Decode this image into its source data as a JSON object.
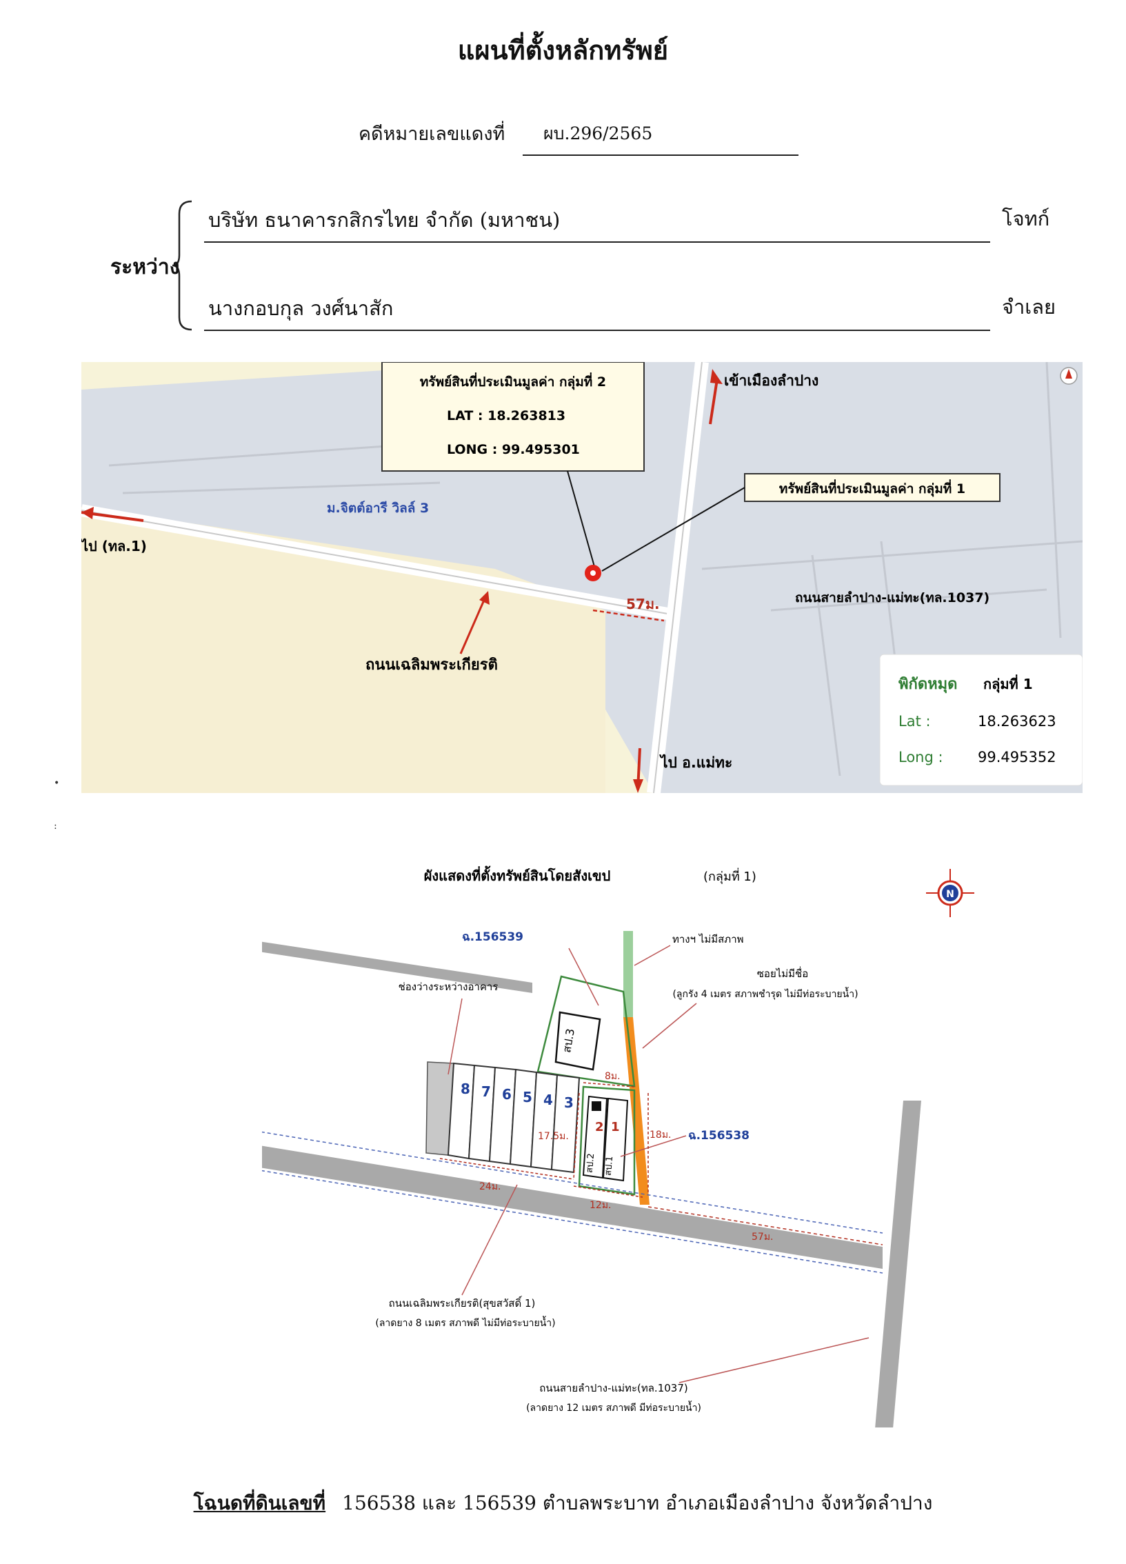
{
  "header": {
    "title": "แผนที่ตั้งหลักทรัพย์",
    "case_label": "คดีหมายเลขแดงที่",
    "case_number": "ผบ.296/2565"
  },
  "parties": {
    "between_label": "ระหว่าง",
    "plaintiff_name": "บริษัท ธนาคารกสิกรไทย จำกัด (มหาชน)",
    "plaintiff_role": "โจทก์",
    "defendant_name": "นางกอบกุล วงศ์นาสัก",
    "defendant_role": "จำเลย"
  },
  "location_map": {
    "group2_title": "ทรัพย์สินที่ประเมินมูลค่า กลุ่มที่ 2",
    "group2_lat": "LAT : 18.263813",
    "group2_long": "LONG : 99.495301",
    "group1_title": "ทรัพย์สินที่ประเมินมูลค่า กลุ่มที่ 1",
    "to_city": "เข้าเมืองลำปาง",
    "village": "ม.จิตต์อารี วิลล์ 3",
    "to_route1": "ไป (ทล.1)",
    "highway_label": "ถนนสายลำปาง-แม่ทะ(ทล.1037)",
    "distance": "57ม.",
    "road_label": "ถนนเฉลิมพระเกียรติ",
    "to_maetha": "ไป อ.แม่ทะ",
    "coords_title": "พิกัดหมุด",
    "coords_group": "กลุ่มที่ 1",
    "lat_label": "Lat :",
    "lat_value": "18.263623",
    "long_label": "Long :",
    "long_value": "99.495352"
  },
  "sketch_map": {
    "title": "ผังแสดงที่ตั้งทรัพย์สินโดยสังเขป",
    "title_group": "(กลุ่มที่ 1)",
    "compass_letter": "N",
    "deed_a": "ฉ.156539",
    "deed_b": "ฉ.156538",
    "path_note": "ทางฯ ไม่มีสภาพ",
    "alley_name": "ซอยไม่มีชื่อ",
    "alley_detail": "(ลูกรัง 4 เมตร สภาพชำรุด ไม่มีท่อระบายน้ำ)",
    "gap_label": "ช่องว่างระหว่างอาคาร",
    "building_3": "สป.3",
    "building_2": "สป.2",
    "building_1": "สป.1",
    "unit_numbers": [
      "8",
      "7",
      "6",
      "5",
      "4",
      "3"
    ],
    "plot_2": "2",
    "plot_1": "1",
    "dim_8m": "8ม.",
    "dim_17_5m": "17.5ม.",
    "dim_18m": "18ม.",
    "dim_24m": "24ม.",
    "dim_12m": "12ม.",
    "dim_57m": "57ม.",
    "road_name": "ถนนเฉลิมพระเกียรติ(สุขสวัสดิ์ 1)",
    "road_detail": "(ลาดยาง 8 เมตร สภาพดี ไม่มีท่อระบายน้ำ)",
    "highway_name": "ถนนสายลำปาง-แม่ทะ(ทล.1037)",
    "highway_detail": "(ลาดยาง 12 เมตร สภาพดี มีท่อระบายน้ำ)"
  },
  "footer": {
    "deed_label": "โฉนดที่ดินเลขที่",
    "deed_text": "156538 และ 156539 ตำบลพระบาท อำเภอเมืองลำปาง จังหวัดลำปาง"
  }
}
